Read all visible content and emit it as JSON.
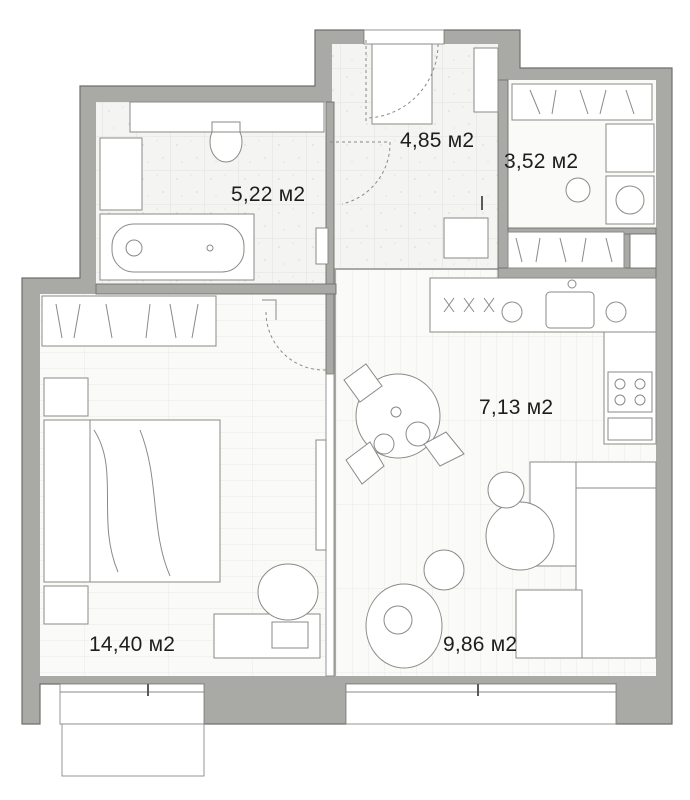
{
  "plan": {
    "colors": {
      "wall": "#a9aaa5",
      "wall_outline": "#6f706c",
      "floor_tile": "#f4f4f2",
      "floor_wood": "#fafaf8",
      "line": "#8a8a86",
      "text": "#1e1e1e"
    },
    "rooms": {
      "corridor": {
        "area": "4,85 м2"
      },
      "wardrobe": {
        "area": "3,52 м2"
      },
      "bathroom": {
        "area": "5,22 м2"
      },
      "kitchen": {
        "area": "7,13 м2"
      },
      "bedroom": {
        "area": "14,40 м2"
      },
      "living": {
        "area": "9,86 м2"
      }
    }
  }
}
